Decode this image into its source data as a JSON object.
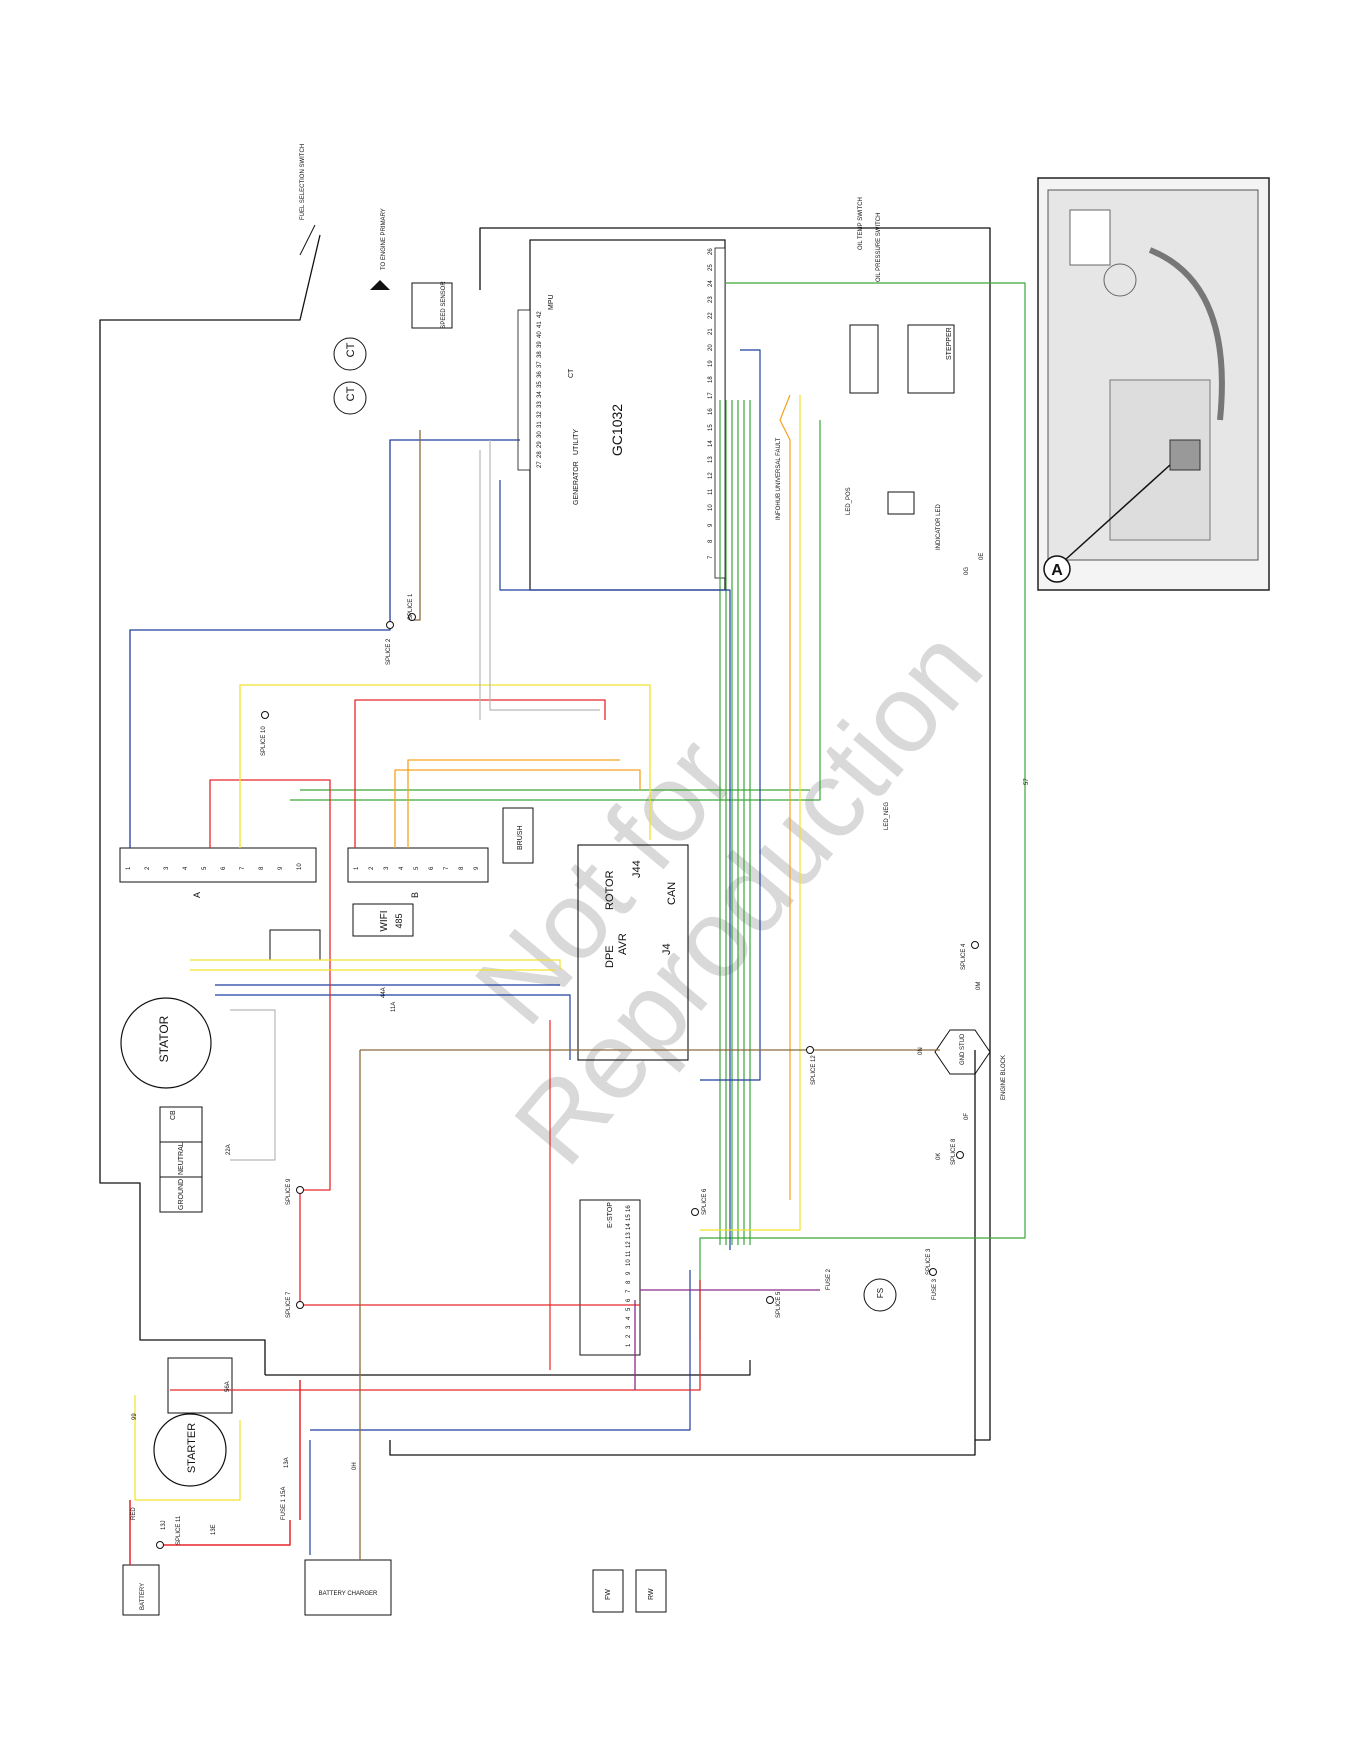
{
  "colors": {
    "red": "#e8262b",
    "blue": "#1f3fa0",
    "green": "#3aa637",
    "yellow": "#f2e22a",
    "orange": "#f6a21e",
    "brown": "#8a6a3c",
    "gray": "#b7b7b7",
    "black": "#111111",
    "purple": "#8a2c87"
  },
  "watermark": {
    "line1": "Not for",
    "line2": "Reproduction"
  },
  "photo": {
    "callout": "A"
  },
  "labels": {
    "fuel_switch": "FUEL SELECTION SWITCH",
    "to_engine": "TO ENGINE PRIMARY",
    "speed_sensor": "SPEED SENSOR",
    "ct": "CT",
    "controller": "GC1032",
    "mpu": "MPU",
    "ct_block": "CT",
    "utility": "UTILITY",
    "generator": "GENERATOR",
    "info_hub": "INFOHUB UNIVERSAL FAULT",
    "led_pos": "LED_POS",
    "led_neg": "LED_NEG",
    "indicator_led": "INDICATOR LED",
    "oil_temp": "OIL TEMP SWITCH",
    "oil_pressure": "OIL PRESSURE SWITCH",
    "stepper": "STEPPER",
    "stator": "STATOR",
    "cb": "CB",
    "neutral": "NEUTRAL",
    "ground": "GROUND",
    "terminal_a": "A",
    "terminal_b": "B",
    "wifi": "WIFI",
    "rs485": "485",
    "brush": "BRUSH",
    "avr": "AVR",
    "rotor": "ROTOR",
    "dpe": "DPE",
    "j4": "J4",
    "j44": "J44",
    "can": "CAN",
    "starter": "STARTER",
    "battery": "BATTERY",
    "battery_charger": "BATTERY CHARGER",
    "fuse1": "FUSE 1 15A",
    "fuse2": "FUSE 2",
    "fuse3": "FUSE 3",
    "fs": "FS",
    "gnd_stud": "GND STUD",
    "engine_block": "ENGINE BLOCK",
    "fw": "FW",
    "rw": "RW",
    "splice1": "SPLICE 1",
    "splice2": "SPLICE 2",
    "splice3": "SPLICE 3",
    "splice4": "SPLICE 4",
    "splice5": "SPLICE 5",
    "splice6": "SPLICE 6",
    "splice7": "SPLICE 7",
    "splice8": "SPLICE 8",
    "splice9": "SPLICE 9",
    "splice10": "SPLICE 10",
    "splice11": "SPLICE 11",
    "splice12": "SPLICE 12",
    "estop": "E-STOP",
    "wire_57": "57",
    "wire_0g": "0G",
    "wire_0e": "0E",
    "wire_0k": "0K",
    "wire_0m": "0M",
    "wire_0n": "0N",
    "wire_0f": "0F",
    "wire_13a": "13A",
    "wire_13j": "13J",
    "wire_13e": "13E",
    "wire_red": "RED",
    "wire_56a": "56A",
    "wire_44a": "44A",
    "wire_11a": "11A",
    "wire_22a": "22A",
    "wire_99": "99",
    "wire_0h": "0H"
  },
  "ui": {
    "controller_pins_top": [
      "42",
      "41",
      "40",
      "39",
      "38",
      "37",
      "36",
      "35",
      "34",
      "33",
      "32",
      "31",
      "30",
      "29",
      "28",
      "27"
    ],
    "controller_pins_right": [
      "26",
      "25",
      "24",
      "23",
      "22",
      "21",
      "20",
      "19",
      "18",
      "17",
      "16",
      "15",
      "14",
      "13",
      "12",
      "11",
      "10",
      "9",
      "8",
      "7"
    ],
    "terminal_a_pins": [
      "1",
      "2",
      "3",
      "4",
      "5",
      "6",
      "7",
      "8",
      "9",
      "10"
    ],
    "terminal_b_pins": [
      "1",
      "2",
      "3",
      "4",
      "5",
      "6",
      "7",
      "8",
      "9"
    ],
    "estop_pins": [
      "16",
      "15",
      "14",
      "13",
      "12",
      "11",
      "10",
      "9",
      "8",
      "7",
      "6",
      "5",
      "4",
      "3",
      "2",
      "1"
    ]
  }
}
